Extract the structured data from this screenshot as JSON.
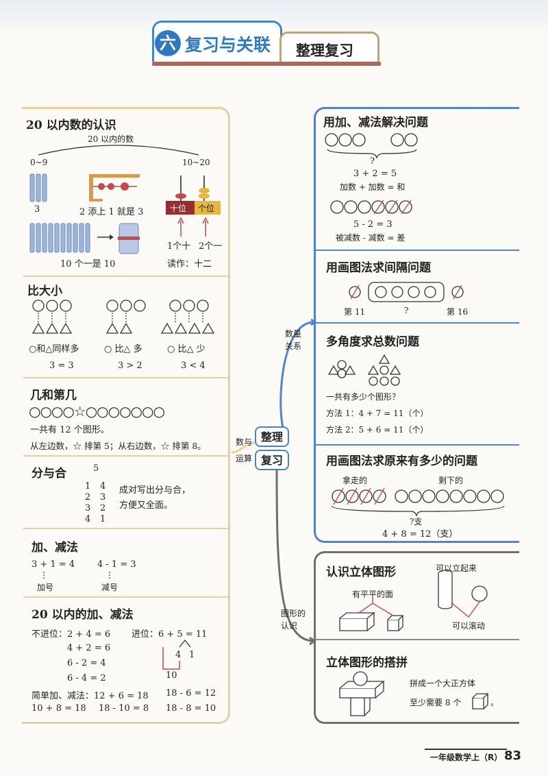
{
  "header": {
    "chapter_num": "六",
    "chapter_title": "复习与关联",
    "section_title": "整理复习"
  },
  "left": {
    "s1": {
      "title": "20 以内数的认识",
      "range_label": "20 以内的数",
      "range_left": "0~9",
      "range_right": "10~20",
      "num_three": "3",
      "add_one": "2 添上 1 就是 3",
      "ten_ones": "10 个一是 10",
      "tens_place": "十位",
      "ones_place": "个位",
      "one_ten": "1个十",
      "two_ones": "2个一",
      "reading": "读作：十二"
    },
    "s2": {
      "title": "比大小",
      "c1": "○和△同样多",
      "c2": "○ 比△ 多",
      "c3": "○ 比△ 少",
      "e1": "3 = 3",
      "e2": "3 > 2",
      "e3": "3 < 4"
    },
    "s3": {
      "title": "几和第几",
      "sequence": "○○○○☆○○○○○○○",
      "total": "一共有 12 个图形。",
      "desc": "从左边数，☆ 排第 5；从右边数，☆ 排第 8。"
    },
    "s4": {
      "title": "分与合",
      "top": "5",
      "pairs": [
        [
          "1",
          "4"
        ],
        [
          "2",
          "3"
        ],
        [
          "3",
          "2"
        ],
        [
          "4",
          "1"
        ]
      ],
      "note1": "成对写出分与合，",
      "note2": "方便又全面。"
    },
    "s5": {
      "title": "加、减法",
      "eq1": "3 + 1 = 4",
      "eq2": "4 - 1 = 3",
      "plus": "加号",
      "minus": "减号"
    },
    "s6": {
      "title": "20 以内的加、减法",
      "no_carry": "不进位：2 + 4 = 6",
      "carry": "进位：6 + 5 = 11",
      "r1": "4 + 2 = 6",
      "r2": "6 - 2 = 4",
      "r3": "6 - 4 = 2",
      "split_a": "4",
      "split_b": "1",
      "ten": "10",
      "simple": "简单加、减法：12 + 6 = 18",
      "b1": "18 - 6 = 12",
      "c1": "10 + 8 = 18",
      "c2": "18 - 10 = 8",
      "c3": "18 - 8 = 10"
    }
  },
  "center": {
    "l1": "整理",
    "l2": "复习",
    "b1a": "数与",
    "b1b": "运算",
    "b2a": "数量",
    "b2b": "关系",
    "b3a": "图形的",
    "b3b": "认识"
  },
  "right": {
    "r1": {
      "title": "用加、减法解决问题",
      "q": "?",
      "e1": "3 + 2 = 5",
      "n1": "加数 + 加数 = 和",
      "e2": "5 - 2 = 3",
      "n2": "被减数 - 减数 = 差"
    },
    "r2": {
      "title": "用画图法求间隔问题",
      "l": "第 11",
      "q": "?",
      "r": "第 16"
    },
    "r3": {
      "title": "多角度求总数问题",
      "ask": "一共有多少个图形？",
      "m1": "方法 1：4 + 7 = 11（个）",
      "m2": "方法 2：5 + 6 = 11（个）"
    },
    "r4": {
      "title": "用画图法求原来有多少的问题",
      "taken": "拿走的",
      "left": "剩下的",
      "q": "?支",
      "eq": "4 + 8 = 12（支）"
    },
    "r5": {
      "title": "认识立体图形",
      "flat": "有平平的面",
      "stand": "可以立起来",
      "roll": "可以滚动"
    },
    "r6": {
      "title": "立体图形的搭拼",
      "t1": "拼成一个大正方体",
      "t2": "至少需要 8 个",
      "dot": "。"
    }
  },
  "footer": {
    "book": "一年级数学上（R）",
    "page": "83"
  },
  "colors": {
    "blue": "#3f86c9",
    "tan": "#e8cf9c",
    "gray": "#6e6e6a",
    "red": "#c9484a",
    "place_red": "#9a2b2e",
    "place_yellow": "#e6b73a"
  }
}
